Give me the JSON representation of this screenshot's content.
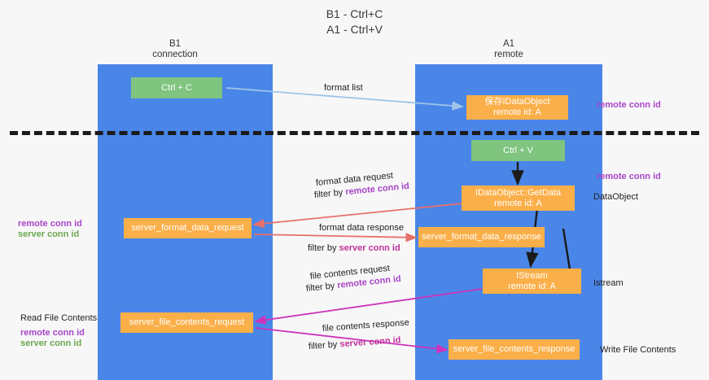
{
  "title": {
    "line1": "B1 - Ctrl+C",
    "line2": "A1 - Ctrl+V"
  },
  "lanes": [
    {
      "id": "b1",
      "name": "B1",
      "role": "connection"
    },
    {
      "id": "a1",
      "name": "A1",
      "role": "remote"
    }
  ],
  "boxes": {
    "ctrl_c": {
      "line1": "Ctrl + C",
      "color": "#7fc47f"
    },
    "save_idataobject": {
      "line1": "保存IDataObject",
      "line2": "remote id: A",
      "color": "#fbaf49"
    },
    "ctrl_v": {
      "line1": "Ctrl + V",
      "color": "#7fc47f"
    },
    "getdata": {
      "line1": "IDataObject::GetData",
      "line2": "remote id: A",
      "color": "#fbaf49"
    },
    "server_format_data_request": {
      "line1": "server_format_data_request",
      "color": "#fbaf49"
    },
    "server_format_data_response": {
      "line1": "server_format_data_response",
      "color": "#fbaf49"
    },
    "istream": {
      "line1": "IStream",
      "line2": "remote id: A",
      "color": "#fbaf49"
    },
    "server_file_contents_request": {
      "line1": "server_file_contents_request",
      "color": "#fbaf49"
    },
    "server_file_contents_response": {
      "line1": "server_file_contents_response",
      "color": "#fbaf49"
    }
  },
  "arrow_labels": {
    "format_list": "format list",
    "format_data_request": "format data request",
    "format_data_request_filter_prefix": "filter by ",
    "format_data_request_filter_key": "remote conn id",
    "format_data_response": "format data response",
    "format_data_response_filter_prefix": "filter by ",
    "format_data_response_filter_key": "server conn id",
    "file_contents_request": "file contents request",
    "file_contents_request_filter_prefix": "filter by ",
    "file_contents_request_filter_key": "remote conn id",
    "file_contents_response": "file contents response",
    "file_contents_response_filter_prefix": "filter by ",
    "file_contents_response_filter_key": "server conn id"
  },
  "side_labels": {
    "right_remote_conn_id_top": "remote conn id",
    "right_remote_conn_id_mid": "remote conn id",
    "right_dataobject": "DataObject",
    "right_istream": "Istream",
    "right_write_file_contents": "Write File Contents",
    "left_remote_conn_id_mid": "remote conn id",
    "left_server_conn_id_mid": "server conn id",
    "left_read_file_contents": "Read File Contents",
    "left_remote_conn_id_bottom": "remote conn id",
    "left_server_conn_id_bottom": "server conn id"
  },
  "colors": {
    "lane": "#4a86e8",
    "green_box": "#7fc47f",
    "orange_box": "#fbaf49",
    "purple_text": "#a845c9",
    "green_text": "#6aa84f",
    "arrow_blue": "#9fc5e8",
    "arrow_red": "#e8706a",
    "arrow_magenta": "#cc33bb",
    "arrow_black": "#1b1b1b",
    "background": "#f7f7f7"
  }
}
